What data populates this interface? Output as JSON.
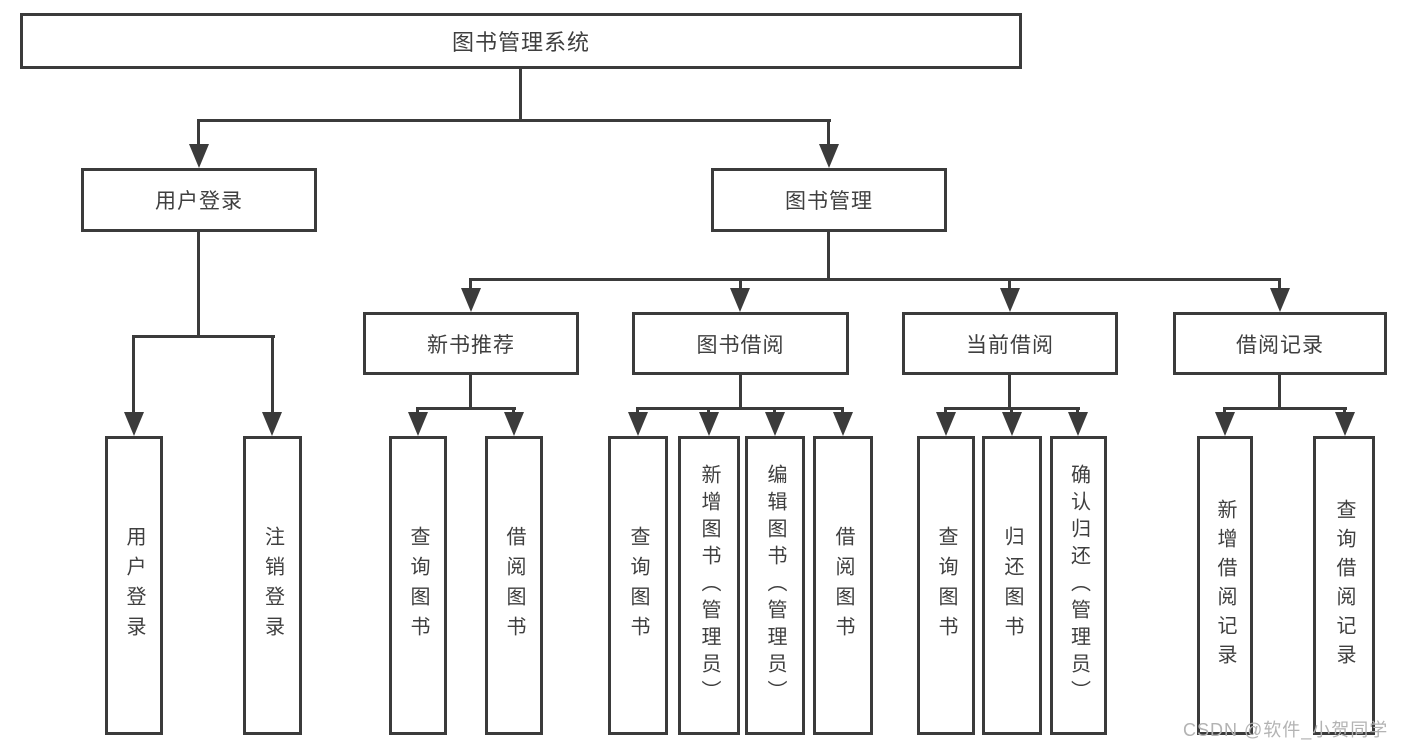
{
  "diagram": {
    "type": "tree",
    "watermark": "CSDN @软件_小贺同学",
    "colors": {
      "line": "#3b3b3b",
      "text": "#3f3f3f",
      "background": "#ffffff",
      "watermark": "#b3b3b3"
    },
    "nodes": {
      "root": "图书管理系统",
      "level2": [
        "用户登录",
        "图书管理"
      ],
      "level3": [
        "新书推荐",
        "图书借阅",
        "当前借阅",
        "借阅记录"
      ],
      "leaves": [
        "用户登录",
        "注销登录",
        "查询图书",
        "借阅图书",
        "查询图书",
        "新增图书（管理员）",
        "编辑图书（管理员）",
        "借阅图书",
        "查询图书",
        "归还图书",
        "确认归还（管理员）",
        "新增借阅记录",
        "查询借阅记录"
      ]
    },
    "hierarchy": {
      "图书管理系统": {
        "用户登录": [
          "用户登录",
          "注销登录"
        ],
        "图书管理": {
          "新书推荐": [
            "查询图书",
            "借阅图书"
          ],
          "图书借阅": [
            "查询图书",
            "新增图书（管理员）",
            "编辑图书（管理员）",
            "借阅图书"
          ],
          "当前借阅": [
            "查询图书",
            "归还图书",
            "确认归还（管理员）"
          ],
          "借阅记录": [
            "新增借阅记录",
            "查询借阅记录"
          ]
        }
      }
    }
  }
}
